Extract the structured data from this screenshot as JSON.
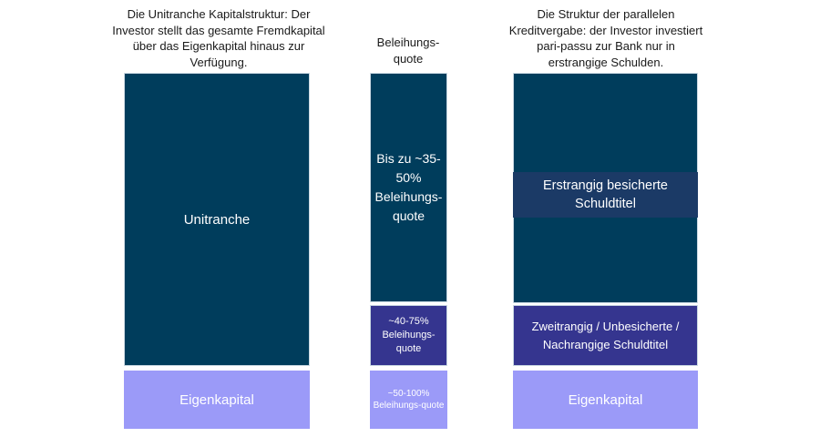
{
  "headings": {
    "unitranche": "Die Unitranche Kapitalstruktur: Der Investor stellt das gesamte Fremdkapital über das Eigenkapital hinaus zur Verfügung.",
    "ltv": "Beleihungs-quote",
    "parallel": "Die Struktur der parallelen Kreditvergabe: der Investor investiert pari-passu zur Bank nur in erstrangige Schulden."
  },
  "left_column": {
    "debt_label": "Unitranche",
    "equity_label": "Eigenkapital"
  },
  "ltv_column": {
    "top_label": "Bis zu ~35-50% Beleihungs-quote",
    "middle_label": "~40-75% Beleihungs-quote",
    "bottom_label": "~50-100% Beleihungs-quote"
  },
  "right_column": {
    "senior_label": "Erstrangig besicherte Schuldtitel",
    "junior_label": "Zweitrangig / Unbesicherte / Nachrangige Schuldtitel",
    "equity_label": "Eigenkapital"
  },
  "colors": {
    "navy": "#003d5c",
    "dark_navy": "#1b3a66",
    "indigo": "#35358f",
    "lavender": "#9b9af8"
  }
}
